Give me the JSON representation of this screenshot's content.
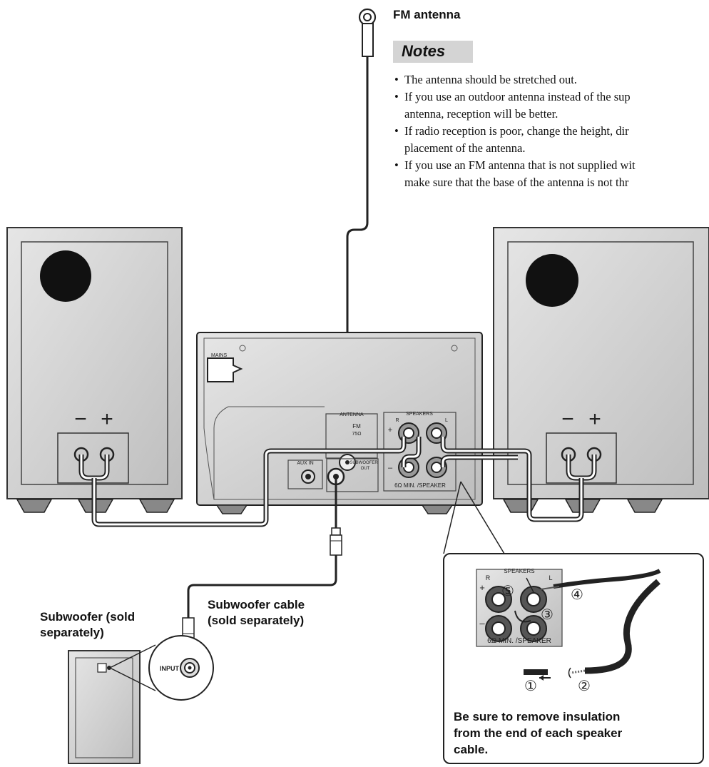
{
  "labels": {
    "fm_antenna": "FM antenna",
    "subwoofer_line1": "Subwoofer (sold",
    "subwoofer_line2": "separately)",
    "cable_line1": "Subwoofer cable",
    "cable_line2": "(sold separately)",
    "insulation_line1": "Be sure to remove insulation",
    "insulation_line2": "from the end of each speaker",
    "insulation_line3": "cable."
  },
  "notes": {
    "heading": "Notes",
    "items": [
      "The antenna should be stretched out.",
      "If you use an outdoor antenna instead of the sup",
      "antenna, reception will be better.",
      "If radio reception is poor, change the height, dir",
      "placement of the antenna.",
      "If you use an FM antenna that is not supplied wit",
      "make sure that the base of the antenna is not thr"
    ]
  },
  "unit_panel": {
    "mains": "MAINS",
    "antenna": "ANTENNA",
    "fm": "FM",
    "ohm": "75Ω",
    "speakers": "SPEAKERS",
    "aux_in": "AUX IN",
    "subwoofer_out_1": "SUBWOOFER",
    "subwoofer_out_2": "OUT",
    "spk_r": "R",
    "spk_l": "L",
    "plus": "+",
    "minus": "–",
    "min_speaker": "6Ω MIN. /SPEAKER"
  },
  "speaker_terminals": {
    "minus": "−",
    "plus": "+"
  },
  "subwoofer_input": "INPUT",
  "detail": {
    "speakers": "SPEAKERS",
    "r": "R",
    "l": "L",
    "plus": "+",
    "minus": "–",
    "min_speaker": "6Ω MIN. /SPEAKER",
    "steps": [
      "①",
      "②",
      "③",
      "④",
      "⑤"
    ]
  }
}
